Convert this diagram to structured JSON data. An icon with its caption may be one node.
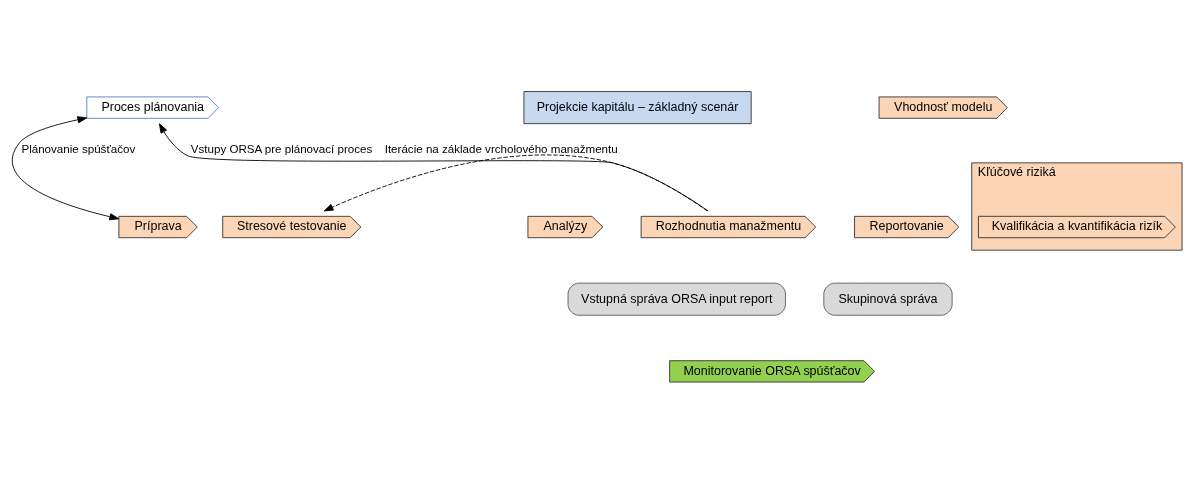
{
  "diagram": {
    "nodes": [
      {
        "text": [
          "Proces plánovania"
        ]
      },
      {
        "text": [
          "Príprava"
        ]
      },
      {
        "text": [
          "Vhodnosť modelu"
        ]
      },
      {
        "text": [
          "Kľúčové riziká"
        ]
      },
      {
        "text": [
          "Kvalifikácia a kvantifikácia rizík"
        ],
        "in": 3
      },
      {
        "text": [
          "Projekcie kapitálu – základný scenár"
        ]
      },
      {
        "text": [
          "Stresové testovanie"
        ]
      },
      {
        "text": [
          "Analýzy"
        ]
      },
      {
        "text": [
          "Rozhodnutia manažmentu"
        ]
      },
      {
        "text": [
          "Reportovanie"
        ]
      },
      {
        "text": [
          "Vstupná správa ORSA input report"
        ]
      },
      {
        "text": [
          "Skupinová správa"
        ]
      },
      {
        "text": [
          "Monitorovanie ORSA spúšťačov"
        ]
      }
    ],
    "edges": [
      {
        "from": 0,
        "to": 1,
        "arrow": "both",
        "label": "Plánovanie spúšťačov"
      },
      {
        "from": 8,
        "to": 6,
        "arrow": "to",
        "style": "dashed",
        "label": "Iterácie na základe vrcholového manažmentu"
      },
      {
        "from": 8,
        "to": 0,
        "arrow": "to",
        "label": "Vstupy ORSA pre plánovací proces"
      }
    ]
  }
}
